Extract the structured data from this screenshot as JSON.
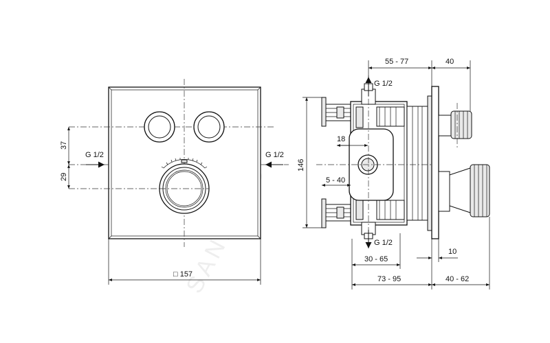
{
  "watermark": "SANITINO",
  "labels": {
    "front_thread_left": "G 1/2",
    "front_thread_right": "G 1/2",
    "dim_37": "37",
    "dim_29": "29",
    "dim_157": "□ 157",
    "side_thread_top": "G 1/2",
    "side_thread_bottom": "G 1/2",
    "dim_55_77": "55 - 77",
    "dim_40_top": "40",
    "dim_18": "18",
    "dim_146": "146",
    "dim_5_40": "5 - 40",
    "dim_10": "10",
    "dim_30_65": "30 - 65",
    "dim_73_95": "73 - 95",
    "dim_40_62": "40 - 62"
  }
}
